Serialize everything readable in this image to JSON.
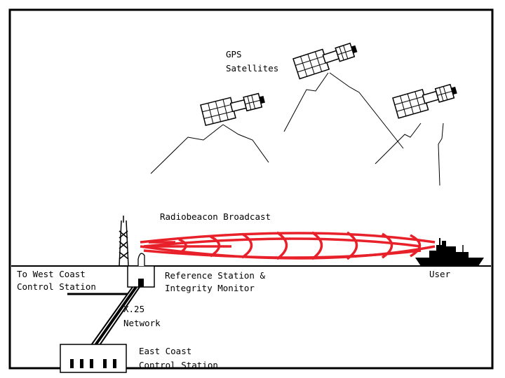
{
  "labels": {
    "gps_satellites_line1": "GPS",
    "gps_satellites_line2": "Satellites",
    "broadcast": "Radiobeacon Broadcast",
    "west_coast_line1": "To West Coast",
    "west_coast_line2": "Control Station",
    "reference_line1": "Reference Station &",
    "reference_line2": "Integrity Monitor",
    "user": "User",
    "network_line1": "X.25",
    "network_line2": "Network",
    "east_coast_line1": "East Coast",
    "east_coast_line2": "Control Station"
  },
  "colors": {
    "frame": "#000000",
    "broadcast_waves": "#e8202a",
    "ink": "#000000",
    "background": "#ffffff"
  },
  "icons": [
    "gps-satellite-icon",
    "antenna-tower-icon",
    "ship-icon",
    "reference-station-icon",
    "control-station-building-icon"
  ]
}
